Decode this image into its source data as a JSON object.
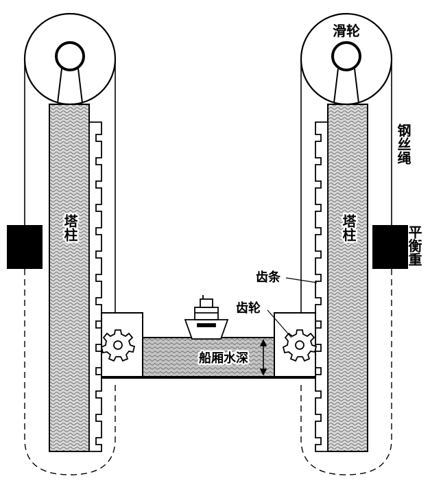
{
  "labels": {
    "pulley": "滑轮",
    "wire_rope": "钢丝绳",
    "tower_left": "塔柱",
    "tower_right": "塔柱",
    "counterweight": "平衡重",
    "rack": "齿条",
    "gear": "齿轮",
    "chamber_depth": "船厢水深"
  },
  "colors": {
    "stroke": "#000000",
    "hatch": "#8a8a8a",
    "water": "#bdbdbd",
    "counterweight": "#000000",
    "background": "#ffffff"
  },
  "icons": [
    "pulley-icon",
    "gear-icon",
    "ship-icon"
  ]
}
